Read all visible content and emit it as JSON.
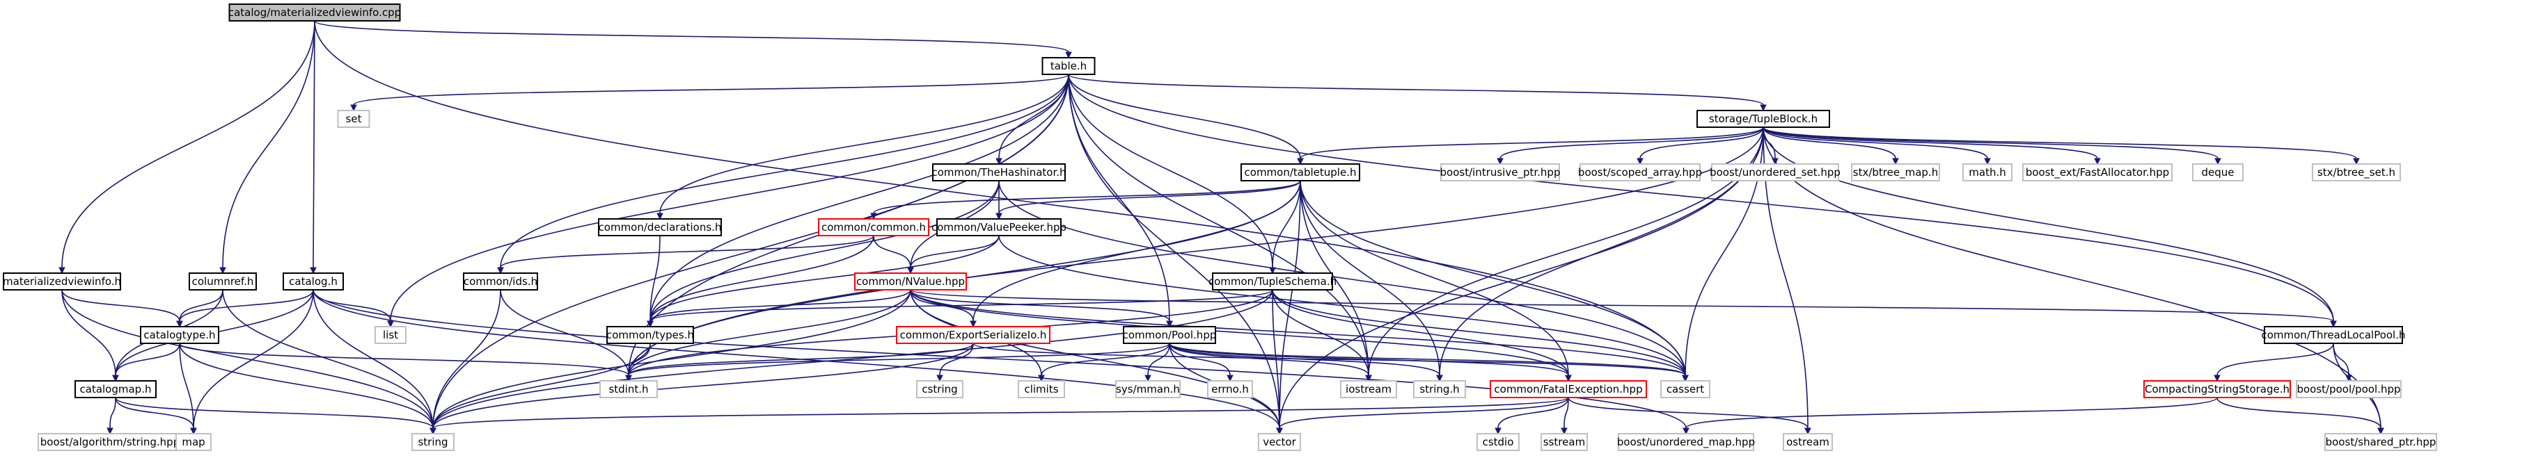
{
  "diagram": {
    "type": "include-dependency-graph",
    "nodes": [
      {
        "id": "root",
        "label": "catalog/materializedviewinfo.cpp",
        "style": "root"
      },
      {
        "id": "table",
        "label": "table.h",
        "style": "linked"
      },
      {
        "id": "set",
        "label": "set",
        "style": "system"
      },
      {
        "id": "tupleblock",
        "label": "storage/TupleBlock.h",
        "style": "linked"
      },
      {
        "id": "mvinfo",
        "label": "materializedviewinfo.h",
        "style": "linked"
      },
      {
        "id": "columnref",
        "label": "columnref.h",
        "style": "linked"
      },
      {
        "id": "catalogh",
        "label": "catalog.h",
        "style": "linked"
      },
      {
        "id": "decls",
        "label": "common/declarations.h",
        "style": "linked"
      },
      {
        "id": "hashinator",
        "label": "common/TheHashinator.h",
        "style": "linked"
      },
      {
        "id": "tabletuple",
        "label": "common/tabletuple.h",
        "style": "linked"
      },
      {
        "id": "intrusive",
        "label": "boost/intrusive_ptr.hpp",
        "style": "system"
      },
      {
        "id": "scoped",
        "label": "boost/scoped_array.hpp",
        "style": "system"
      },
      {
        "id": "unordset",
        "label": "boost/unordered_set.hpp",
        "style": "system"
      },
      {
        "id": "btreemap",
        "label": "stx/btree_map.h",
        "style": "system"
      },
      {
        "id": "math",
        "label": "math.h",
        "style": "system"
      },
      {
        "id": "fastalloc",
        "label": "boost_ext/FastAllocator.hpp",
        "style": "system"
      },
      {
        "id": "deque",
        "label": "deque",
        "style": "system"
      },
      {
        "id": "btreeset",
        "label": "stx/btree_set.h",
        "style": "system"
      },
      {
        "id": "common",
        "label": "common/common.h",
        "style": "truncated"
      },
      {
        "id": "valuepeeker",
        "label": "common/ValuePeeker.hpp",
        "style": "linked"
      },
      {
        "id": "ids",
        "label": "common/ids.h",
        "style": "linked"
      },
      {
        "id": "nvalue",
        "label": "common/NValue.hpp",
        "style": "truncated"
      },
      {
        "id": "tupleschema",
        "label": "common/TupleSchema.h",
        "style": "linked"
      },
      {
        "id": "list",
        "label": "list",
        "style": "system"
      },
      {
        "id": "catalogtype",
        "label": "catalogtype.h",
        "style": "linked"
      },
      {
        "id": "types",
        "label": "common/types.h",
        "style": "linked"
      },
      {
        "id": "exportser",
        "label": "common/ExportSerializeIo.h",
        "style": "truncated"
      },
      {
        "id": "pool",
        "label": "common/Pool.hpp",
        "style": "linked"
      },
      {
        "id": "threadlocal",
        "label": "common/ThreadLocalPool.h",
        "style": "linked"
      },
      {
        "id": "catalogmap",
        "label": "catalogmap.h",
        "style": "linked"
      },
      {
        "id": "stdint",
        "label": "stdint.h",
        "style": "system"
      },
      {
        "id": "cstring",
        "label": "cstring",
        "style": "system"
      },
      {
        "id": "climits",
        "label": "climits",
        "style": "system"
      },
      {
        "id": "sysmman",
        "label": "sys/mman.h",
        "style": "system"
      },
      {
        "id": "errno",
        "label": "errno.h",
        "style": "system"
      },
      {
        "id": "iostream",
        "label": "iostream",
        "style": "system"
      },
      {
        "id": "stringh",
        "label": "string.h",
        "style": "system"
      },
      {
        "id": "fatal",
        "label": "common/FatalException.hpp",
        "style": "truncated"
      },
      {
        "id": "cassert",
        "label": "cassert",
        "style": "system"
      },
      {
        "id": "compacting",
        "label": "CompactingStringStorage.h",
        "style": "truncated"
      },
      {
        "id": "boostpool",
        "label": "boost/pool/pool.hpp",
        "style": "system"
      },
      {
        "id": "algostring",
        "label": "boost/algorithm/string.hpp",
        "style": "system"
      },
      {
        "id": "map",
        "label": "map",
        "style": "system"
      },
      {
        "id": "string",
        "label": "string",
        "style": "system"
      },
      {
        "id": "vector",
        "label": "vector",
        "style": "system"
      },
      {
        "id": "cstdio",
        "label": "cstdio",
        "style": "system"
      },
      {
        "id": "sstream",
        "label": "sstream",
        "style": "system"
      },
      {
        "id": "unordmap",
        "label": "boost/unordered_map.hpp",
        "style": "system"
      },
      {
        "id": "ostream",
        "label": "ostream",
        "style": "system"
      },
      {
        "id": "sharedptr",
        "label": "boost/shared_ptr.hpp",
        "style": "system"
      }
    ],
    "edges": [
      [
        "root",
        "table"
      ],
      [
        "root",
        "mvinfo"
      ],
      [
        "root",
        "columnref"
      ],
      [
        "root",
        "catalogh"
      ],
      [
        "root",
        "cassert"
      ],
      [
        "table",
        "set"
      ],
      [
        "table",
        "tupleblock"
      ],
      [
        "table",
        "decls"
      ],
      [
        "table",
        "hashinator"
      ],
      [
        "table",
        "tabletuple"
      ],
      [
        "table",
        "ids"
      ],
      [
        "table",
        "tupleschema"
      ],
      [
        "table",
        "list"
      ],
      [
        "table",
        "types"
      ],
      [
        "table",
        "pool"
      ],
      [
        "table",
        "threadlocal"
      ],
      [
        "table",
        "string"
      ],
      [
        "table",
        "vector"
      ],
      [
        "table",
        "stdint"
      ],
      [
        "table",
        "iostream"
      ],
      [
        "tupleblock",
        "tabletuple"
      ],
      [
        "tupleblock",
        "intrusive"
      ],
      [
        "tupleblock",
        "scoped"
      ],
      [
        "tupleblock",
        "unordset"
      ],
      [
        "tupleblock",
        "btreemap"
      ],
      [
        "tupleblock",
        "math"
      ],
      [
        "tupleblock",
        "fastalloc"
      ],
      [
        "tupleblock",
        "deque"
      ],
      [
        "tupleblock",
        "btreeset"
      ],
      [
        "tupleblock",
        "threadlocal"
      ],
      [
        "tupleblock",
        "sharedptr"
      ],
      [
        "tupleblock",
        "cassert"
      ],
      [
        "tupleblock",
        "iostream"
      ],
      [
        "tupleblock",
        "vector"
      ],
      [
        "tupleblock",
        "stringh"
      ],
      [
        "tupleblock",
        "stdint"
      ],
      [
        "tupleblock",
        "ostream"
      ],
      [
        "mvinfo",
        "catalogtype"
      ],
      [
        "mvinfo",
        "catalogmap"
      ],
      [
        "mvinfo",
        "string"
      ],
      [
        "columnref",
        "catalogtype"
      ],
      [
        "columnref",
        "catalogmap"
      ],
      [
        "columnref",
        "string"
      ],
      [
        "catalogh",
        "catalogtype"
      ],
      [
        "catalogh",
        "catalogmap"
      ],
      [
        "catalogh",
        "list"
      ],
      [
        "catalogh",
        "map"
      ],
      [
        "catalogh",
        "string"
      ],
      [
        "catalogh",
        "vector"
      ],
      [
        "catalogh",
        "unordmap"
      ],
      [
        "decls",
        "types"
      ],
      [
        "hashinator",
        "nvalue"
      ],
      [
        "hashinator",
        "valuepeeker"
      ],
      [
        "hashinator",
        "cassert"
      ],
      [
        "hashinator",
        "types"
      ],
      [
        "tabletuple",
        "common"
      ],
      [
        "tabletuple",
        "valuepeeker"
      ],
      [
        "tabletuple",
        "tupleschema"
      ],
      [
        "tabletuple",
        "exportser"
      ],
      [
        "tabletuple",
        "fatal"
      ],
      [
        "tabletuple",
        "cassert"
      ],
      [
        "tabletuple",
        "iostream"
      ],
      [
        "tabletuple",
        "vector"
      ],
      [
        "tabletuple",
        "stdint"
      ],
      [
        "tabletuple",
        "stringh"
      ],
      [
        "common",
        "nvalue"
      ],
      [
        "common",
        "types"
      ],
      [
        "common",
        "ids"
      ],
      [
        "valuepeeker",
        "nvalue"
      ],
      [
        "valuepeeker",
        "types"
      ],
      [
        "valuepeeker",
        "cassert"
      ],
      [
        "ids",
        "stdint"
      ],
      [
        "ids",
        "string"
      ],
      [
        "nvalue",
        "types"
      ],
      [
        "nvalue",
        "exportser"
      ],
      [
        "nvalue",
        "pool"
      ],
      [
        "nvalue",
        "threadlocal"
      ],
      [
        "nvalue",
        "stdint"
      ],
      [
        "nvalue",
        "climits"
      ],
      [
        "nvalue",
        "cassert"
      ],
      [
        "nvalue",
        "fatal"
      ],
      [
        "nvalue",
        "string"
      ],
      [
        "nvalue",
        "vector"
      ],
      [
        "tupleschema",
        "types"
      ],
      [
        "tupleschema",
        "fatal"
      ],
      [
        "tupleschema",
        "cassert"
      ],
      [
        "tupleschema",
        "iostream"
      ],
      [
        "tupleschema",
        "vector"
      ],
      [
        "tupleschema",
        "string"
      ],
      [
        "tupleschema",
        "stdint"
      ],
      [
        "catalogtype",
        "catalogmap"
      ],
      [
        "catalogtype",
        "map"
      ],
      [
        "catalogtype",
        "string"
      ],
      [
        "catalogtype",
        "stdint"
      ],
      [
        "types",
        "stdint"
      ],
      [
        "types",
        "string"
      ],
      [
        "exportser",
        "cstring"
      ],
      [
        "exportser",
        "stdint"
      ],
      [
        "exportser",
        "string"
      ],
      [
        "exportser",
        "cassert"
      ],
      [
        "pool",
        "climits"
      ],
      [
        "pool",
        "sysmman"
      ],
      [
        "pool",
        "errno"
      ],
      [
        "pool",
        "iostream"
      ],
      [
        "pool",
        "stringh"
      ],
      [
        "pool",
        "fatal"
      ],
      [
        "pool",
        "cassert"
      ],
      [
        "pool",
        "vector"
      ],
      [
        "pool",
        "stdint"
      ],
      [
        "threadlocal",
        "compacting"
      ],
      [
        "threadlocal",
        "boostpool"
      ],
      [
        "threadlocal",
        "sharedptr"
      ],
      [
        "catalogmap",
        "algostring"
      ],
      [
        "catalogmap",
        "map"
      ],
      [
        "catalogmap",
        "string"
      ],
      [
        "fatal",
        "cstdio"
      ],
      [
        "fatal",
        "sstream"
      ],
      [
        "fatal",
        "string"
      ],
      [
        "fatal",
        "vector"
      ],
      [
        "fatal",
        "ostream"
      ],
      [
        "compacting",
        "unordmap"
      ],
      [
        "compacting",
        "sharedptr"
      ]
    ]
  },
  "colors": {
    "edge": "#191970",
    "root_fill": "#bfbfbf",
    "node_border": "#000000",
    "truncated_border": "#ff0000",
    "system_border": "#bfbfbf"
  }
}
